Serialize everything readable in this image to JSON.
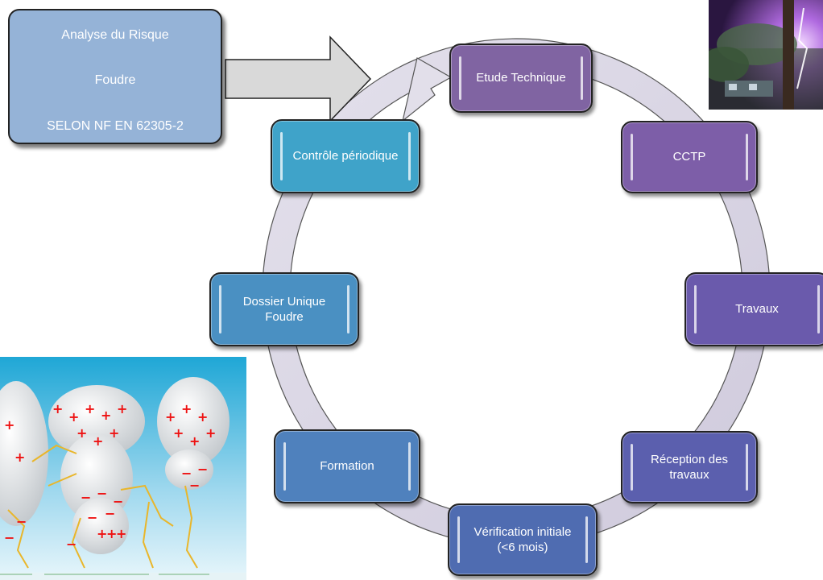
{
  "analysis": {
    "line1": "Analyse du Risque",
    "line2": "Foudre",
    "line3": "SELON NF EN 62305-2"
  },
  "cycle": [
    {
      "label": "Etude Technique",
      "color": "#8064a2"
    },
    {
      "label": "CCTP",
      "color": "#7d5ea8"
    },
    {
      "label": "Travaux",
      "color": "#6a5aac"
    },
    {
      "label": "Réception des travaux",
      "color": "#5b5fae"
    },
    {
      "label": "Vérification initiale (<6 mois)",
      "color": "#4f6cb1"
    },
    {
      "label": "Formation",
      "color": "#4f81bd"
    },
    {
      "label": "Dossier Unique Foudre",
      "color": "#4a90c2"
    },
    {
      "label": "Contrôle périodique",
      "color": "#3fa3c9"
    }
  ],
  "colors": {
    "ring": "#d8d4e3",
    "ring_stroke": "#4a4a4a",
    "arrow_fill": "#d9d9d9",
    "analysis_fill": "#95b3d7"
  },
  "images": {
    "top_right": "lightning-photo",
    "bottom_left": "thundercloud-charge-illustration"
  },
  "cloud_charges": {
    "plus": "+",
    "minus": "−"
  }
}
